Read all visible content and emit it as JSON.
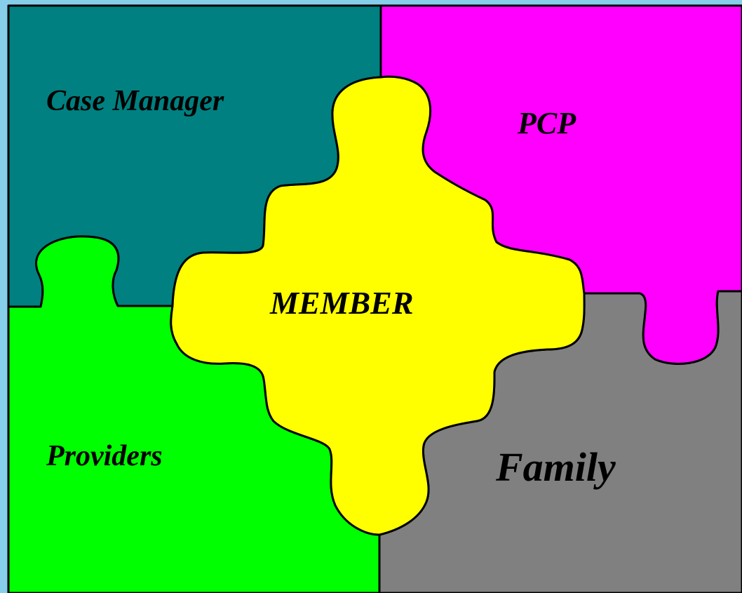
{
  "pieces": {
    "case_manager": {
      "label": "Case Manager",
      "color": "#008080"
    },
    "pcp": {
      "label": "PCP",
      "color": "#FF00FF"
    },
    "providers": {
      "label": "Providers",
      "color": "#00FF00"
    },
    "family": {
      "label": "Family",
      "color": "#808080"
    },
    "member": {
      "label": "MEMBER",
      "color": "#FFFF00"
    }
  },
  "background_color": "#87CEEB",
  "outline_color": "#000000"
}
